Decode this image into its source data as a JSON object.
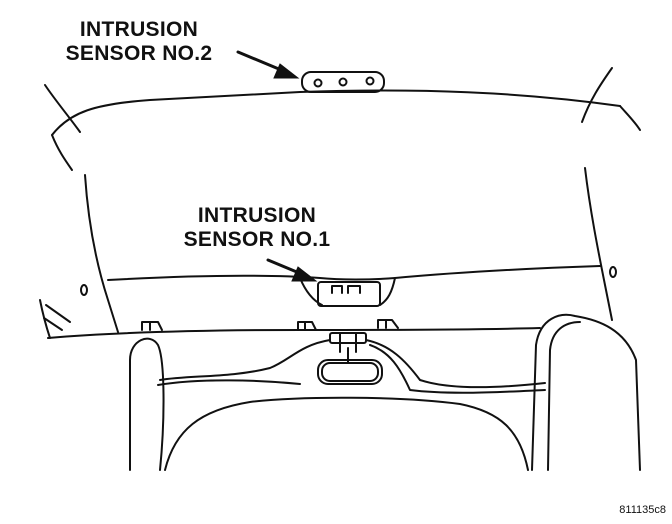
{
  "callouts": {
    "sensor_2": {
      "line1": "INTRUSION",
      "line2": "SENSOR NO.2"
    },
    "sensor_1": {
      "line1": "INTRUSION",
      "line2": "SENSOR NO.1"
    }
  },
  "figure_code": "811135c8",
  "colors": {
    "ink": "#111111",
    "background": "#ffffff"
  }
}
